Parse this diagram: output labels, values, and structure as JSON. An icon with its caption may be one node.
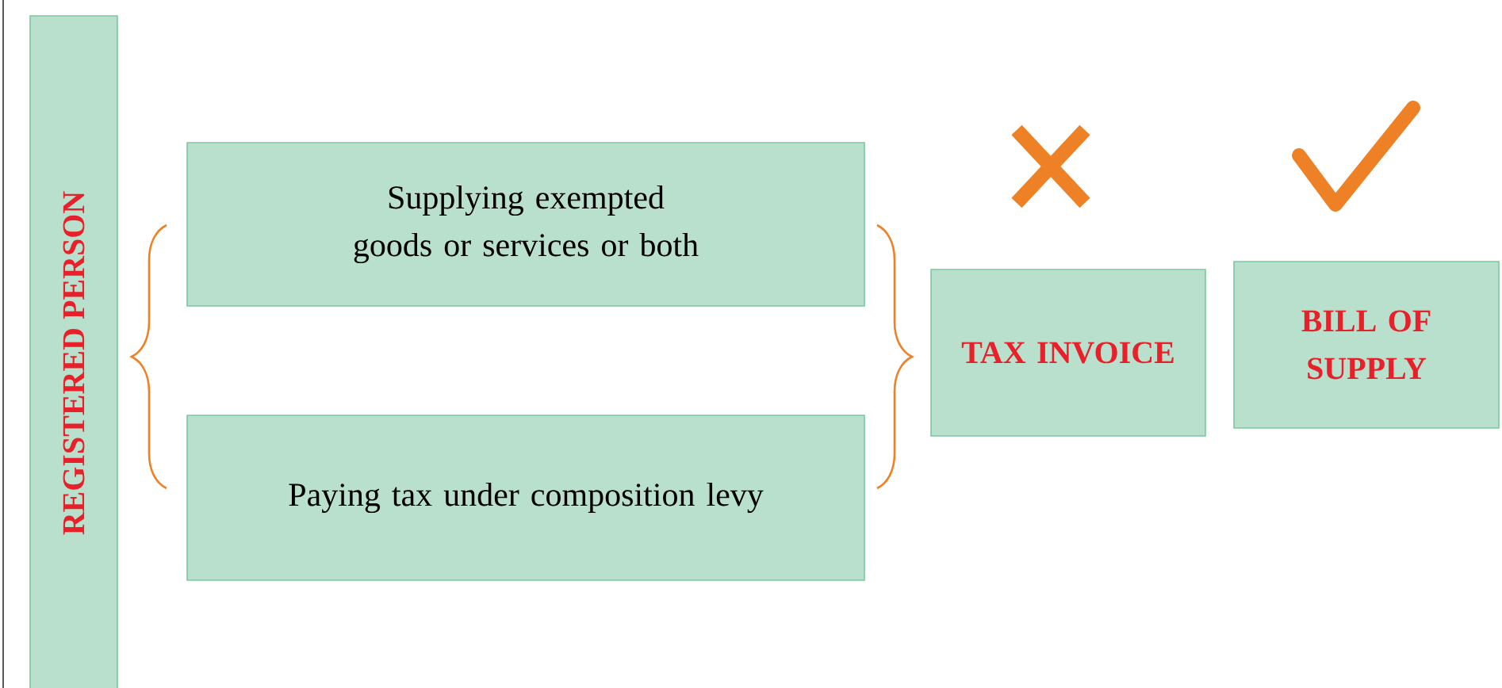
{
  "diagram": {
    "nodes": [
      {
        "text": [
          "REGISTERED PERSON"
        ]
      },
      {
        "text": [
          "Supplying exempted goods or services or both"
        ]
      },
      {
        "text": [
          "Paying tax under composition levy"
        ]
      },
      {
        "text": [
          "TAX INVOICE"
        ]
      },
      {
        "text": [
          "BILL OF SUPPLY"
        ]
      }
    ]
  }
}
